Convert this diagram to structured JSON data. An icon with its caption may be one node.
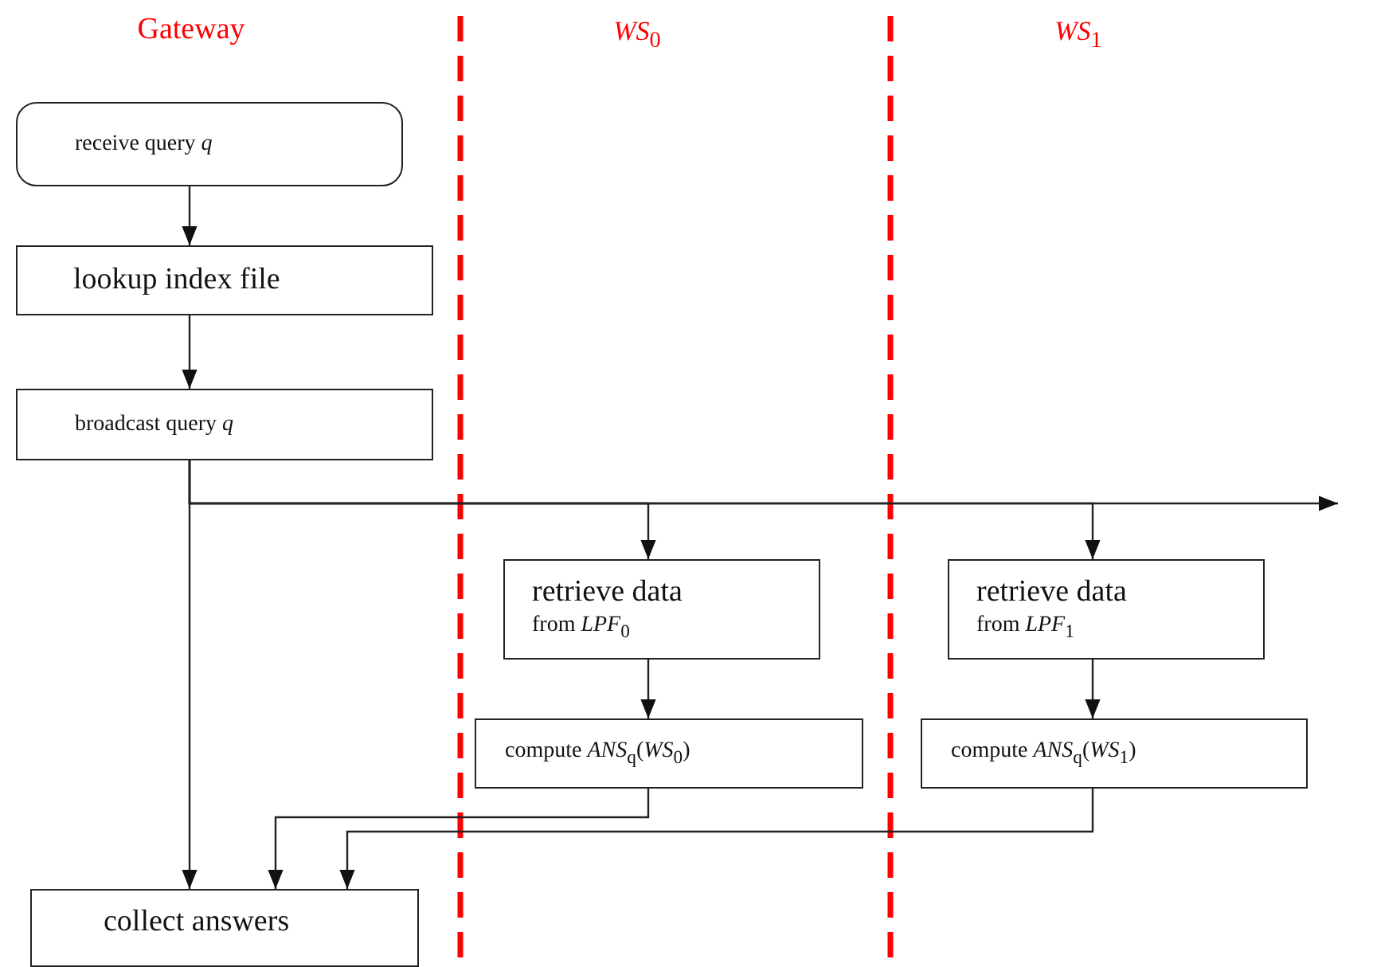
{
  "diagram": {
    "nodes": [
      {
        "text": [
          "receive query *q*"
        ]
      },
      {
        "text": [
          "lookup index file"
        ]
      },
      {
        "text": [
          "broadcast query *q*"
        ]
      },
      {
        "text": [
          "retrieve data",
          "from *LPF*$_{0}$"
        ]
      },
      {
        "text": [
          "compute *ANS*$_{q}$(*WS*$_{0}$)"
        ]
      },
      {
        "text": [
          "retrieve data",
          "from *LPF*$_{1}$"
        ]
      },
      {
        "text": [
          "compute *ANS*$_{q}$(*WS*$_{1}$)"
        ]
      },
      {
        "text": [
          "collect answers"
        ]
      }
    ],
    "edges": [
      {
        "from": 0,
        "to": 1,
        "arrow": "to"
      },
      {
        "from": 1,
        "to": 2,
        "arrow": "to"
      },
      {
        "from": 2,
        "to": 7,
        "arrow": "to"
      },
      {
        "from": 2,
        "to": 3,
        "arrow": "to"
      },
      {
        "from": 2,
        "to": 5,
        "arrow": "to"
      },
      {
        "from": 2,
        "to": null,
        "arrow": "to"
      },
      {
        "from": 3,
        "to": 4,
        "arrow": "to"
      },
      {
        "from": 5,
        "to": 6,
        "arrow": "to"
      },
      {
        "from": 4,
        "to": 7,
        "arrow": "to"
      },
      {
        "from": 6,
        "to": 7,
        "arrow": "to"
      }
    ],
    "labels": [
      "Gateway",
      "*WS*$_{0}$",
      "*WS*$_{1}$"
    ]
  }
}
